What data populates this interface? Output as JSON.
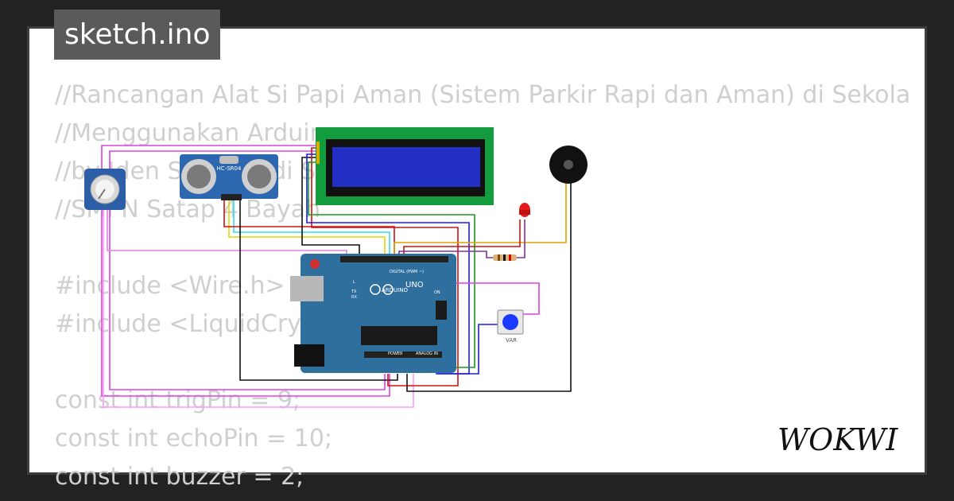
{
  "title": "sketch.ino",
  "code_lines": [
    "//Rancangan Alat Si Papi Aman (Sistem Parkir Rapi dan Aman) di Sekola",
    "//Menggunakan Arduino",
    "//by Iden Subagja di SMPN",
    "//SMPN Satap 4 Bayah",
    "",
    "#include <Wire.h>",
    "#include <LiquidCrystal_I2C.h>",
    "",
    "const int trigPin = 9;",
    "const int echoPin = 10;",
    "const int buzzer = 2;"
  ],
  "components": {
    "ultrasonic_label": "HC-SR04",
    "button_label": "VAR",
    "board_brand": "ARDUINO",
    "board_model": "UNO",
    "digital_header": "DIGITAL (PWM ~)",
    "power_header": "POWER",
    "analog_header": "ANALOG IN",
    "on_led": "ON",
    "tx_label": "TX",
    "rx_label": "RX",
    "l_label": "L"
  },
  "logo_text": "WOKWI",
  "colors": {
    "background": "#222222",
    "card": "#ffffff",
    "title_bg": "#5a5a5a",
    "code_text": "#cfcfcf",
    "board": "#2f6f9e",
    "lcd_pcb": "#129c3e",
    "lcd_screen": "#2231c4"
  }
}
